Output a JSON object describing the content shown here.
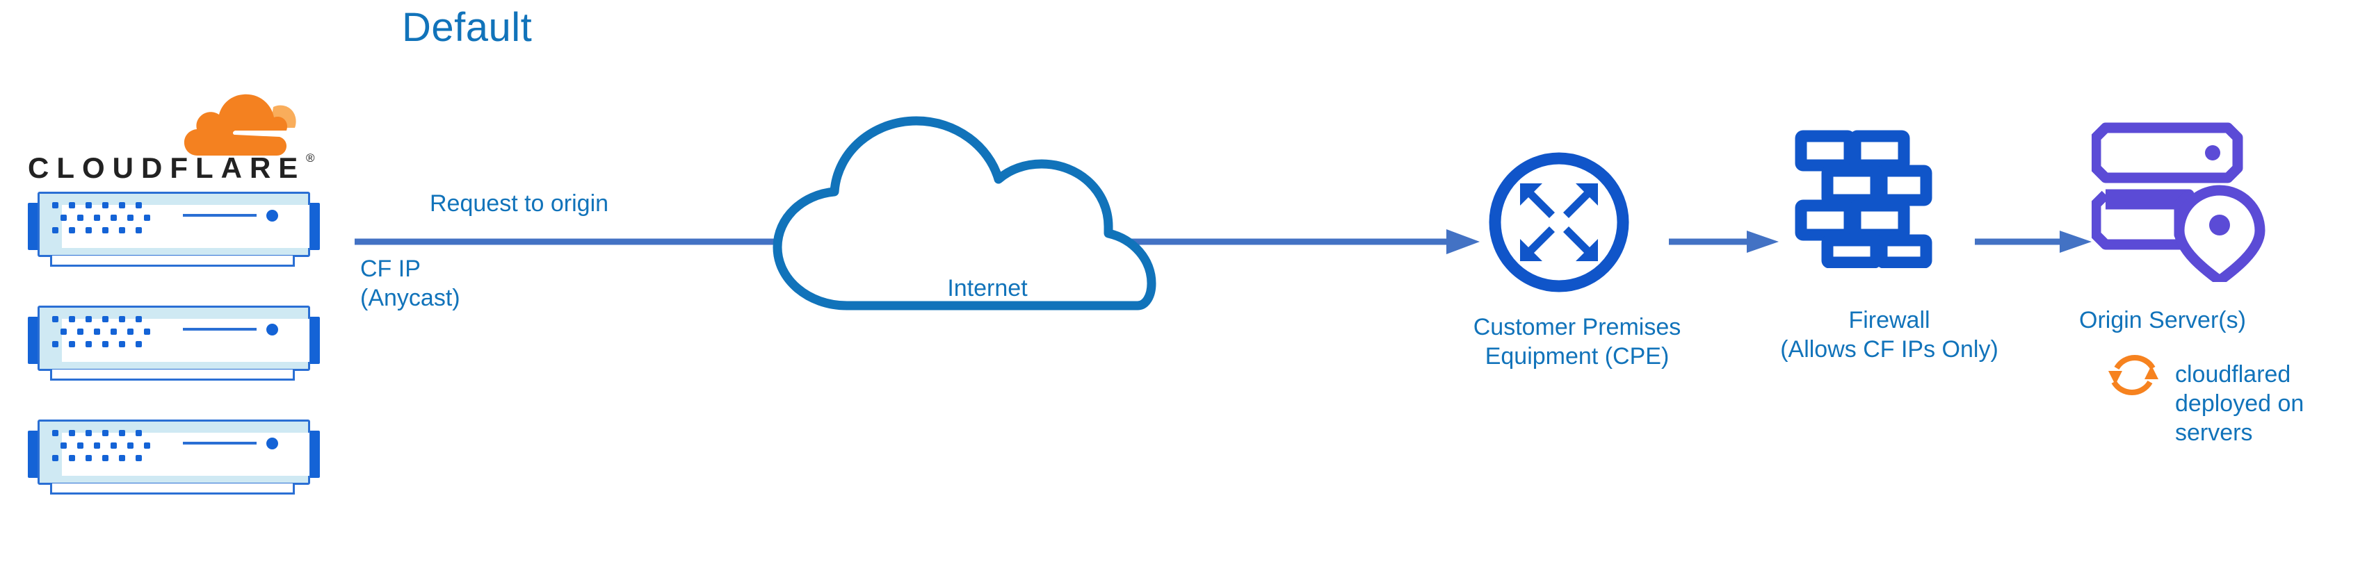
{
  "title": "Default",
  "colors": {
    "brand_blue": "#1173ba",
    "icon_blue": "#1055c9",
    "arrow_blue": "#4372c4",
    "server_purple": "#5b4bd6",
    "cloudflare_orange": "#f6821f",
    "cloudflare_orange_light": "#f9ad5b",
    "wordmark_black": "#222222",
    "rack_body": "#cfe9f3",
    "rack_border": "#2a6fd4",
    "background": "#ffffff"
  },
  "logo": {
    "wordmark": "CLOUDFLARE",
    "registered_mark": "®"
  },
  "flow": {
    "request_label": "Request to origin",
    "cf_ip_label": "CF IP\n(Anycast)",
    "internet_label": "Internet"
  },
  "nodes": [
    {
      "id": "cpe",
      "label": "Customer Premises\nEquipment (CPE)",
      "icon": "router-arrows-icon"
    },
    {
      "id": "firewall",
      "label": "Firewall\n(Allows CF IPs Only)",
      "icon": "brick-wall-icon"
    },
    {
      "id": "origin",
      "label": "Origin Server(s)",
      "icon": "server-rack-pin-icon"
    }
  ],
  "annotation": {
    "cloudflared_label": "cloudflared\ndeployed on\nservers",
    "icon": "sync-arrows-icon"
  },
  "icons": {
    "cloudflare_cloud": "cloudflare-cloud-icon",
    "internet_cloud": "internet-cloud-icon",
    "server_vent": "vent-dots-icon",
    "led": "led-indicator-icon",
    "arrow": "arrow-right-icon"
  },
  "server_stack": {
    "count": 3,
    "unit_name": "cloudflare-edge-server"
  }
}
